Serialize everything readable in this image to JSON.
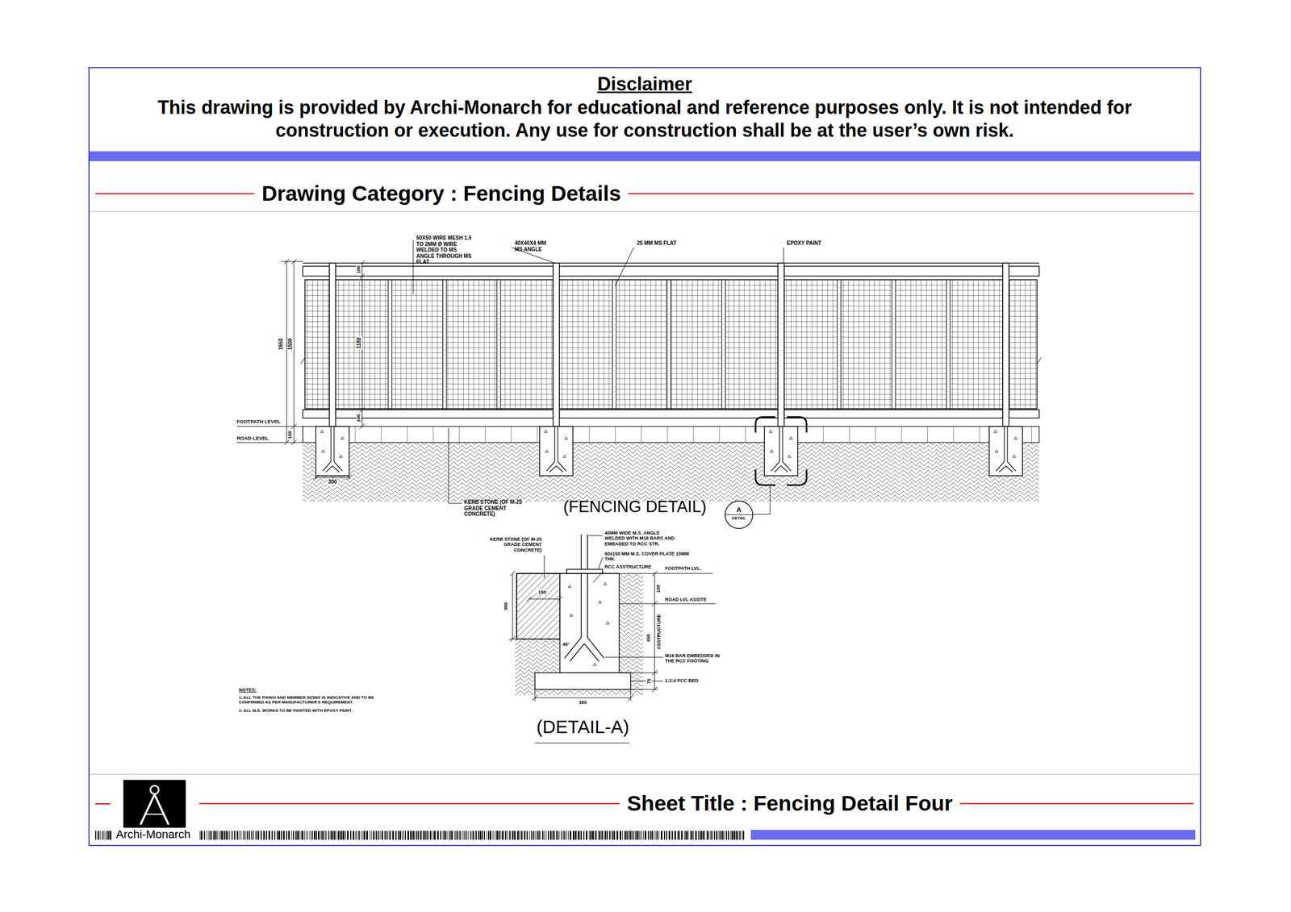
{
  "diagram": {
    "title": "Drawing Category : Fencing Details",
    "caption": "Sheet Title : Fencing Detail Four",
    "nodes": [
      {
        "text": [
          "A",
          "DETAIL"
        ]
      }
    ],
    "labels": [
      "Disclaimer",
      "This drawing is provided by Archi-Monarch for educational and reference purposes only. It is not intended for construction or execution. Any use for construction shall be at the user’s own risk.",
      "50X50 WIRE MESH 1.5 TO 2MM Ø WIRE WELDED TO MS ANGLE THROUGH MS FLAT",
      "40X40X4 MM MS ANGLE",
      "25 MM MS FLAT",
      "EPOXY PAINT",
      "1650",
      "1500",
      "100",
      "1180",
      "100",
      "150",
      "FOOTPATH LEVEL",
      "ROAD LEVEL",
      "300",
      "KERB STONE (OF M-25 GRADE CEMENT CONCRETE)",
      "(FENCING DETAIL)",
      "KERB STONE (OF M-25 GRADE CEMENT CONCRETE)",
      "40MM WIDE M.S. ANGLE WELDED WITH M16 BARS AND EMBADED TO RCC STR.",
      "50x150 MM M.S. COVER PLATE 10MM THK.",
      "RCC ASSTRUCTURE",
      "FOOTPATH LVL.",
      "150",
      "300",
      "150",
      "ROAD LVL ASSITE",
      "450",
      "ASSTRUCTURE",
      "45°",
      "M16 BAR EMBEDDED IN THE RCC FOOTING",
      "1:2:4 PCC BED",
      "75",
      "300",
      "(DETAIL-A)",
      "NOTES:",
      "1. ALL THE FIXING AND MEMBER SIZING IS INDICATIVE AND TO BE CONFIRMED AS PER MANUFACTURER'S REQUIREMENT.",
      "2. ALL M.S. WORKS TO BE PAINTED WITH EPOXY PAINT.",
      "Archi-Monarch"
    ]
  }
}
